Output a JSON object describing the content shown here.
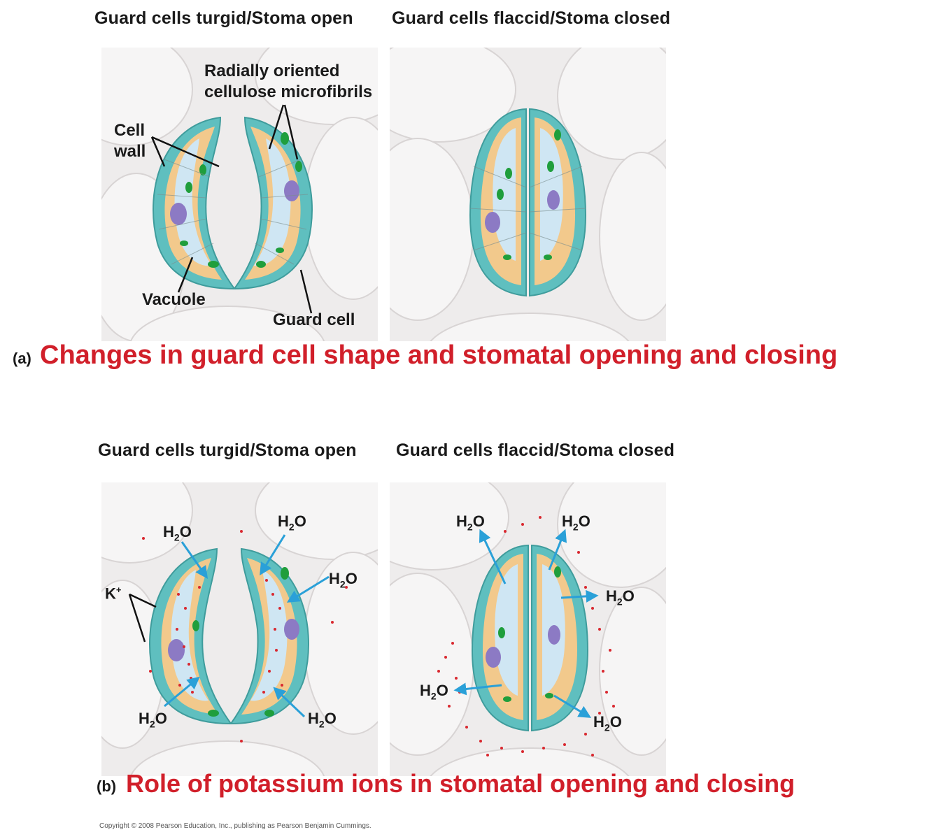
{
  "section_a": {
    "header_left": "Guard cells turgid/Stoma open",
    "header_right": "Guard cells flaccid/Stoma closed",
    "labels": {
      "microfibrils_line1": "Radially oriented",
      "microfibrils_line2": "cellulose microfibrils",
      "cell_wall_line1": "Cell",
      "cell_wall_line2": "wall",
      "vacuole": "Vacuole",
      "guard_cell": "Guard cell"
    },
    "letter": "(a)",
    "caption": "Changes in guard cell shape and stomatal opening and closing"
  },
  "section_b": {
    "header_left": "Guard cells turgid/Stoma open",
    "header_right": "Guard cells flaccid/Stoma closed",
    "water_main": "H",
    "water_sub": "2",
    "water_end": "O",
    "k_main": "K",
    "k_sup": "+",
    "letter": "(b)",
    "caption": "Role of potassium ions in stomatal opening and closing"
  },
  "copyright": "Copyright © 2008 Pearson Education, Inc., publishing as Pearson Benjamin Cummings.",
  "colors": {
    "caption_red": "#d11f2a",
    "cell_wall_teal": "#5fbfbf",
    "cytoplasm_tan": "#f2c98c",
    "vacuole_blue": "#cfe6f3",
    "nucleus_purple": "#8c7ac4",
    "chloroplast_green": "#1f9e3c",
    "water_arrow_blue": "#2aa0d8",
    "k_ion_red": "#d9282f"
  }
}
